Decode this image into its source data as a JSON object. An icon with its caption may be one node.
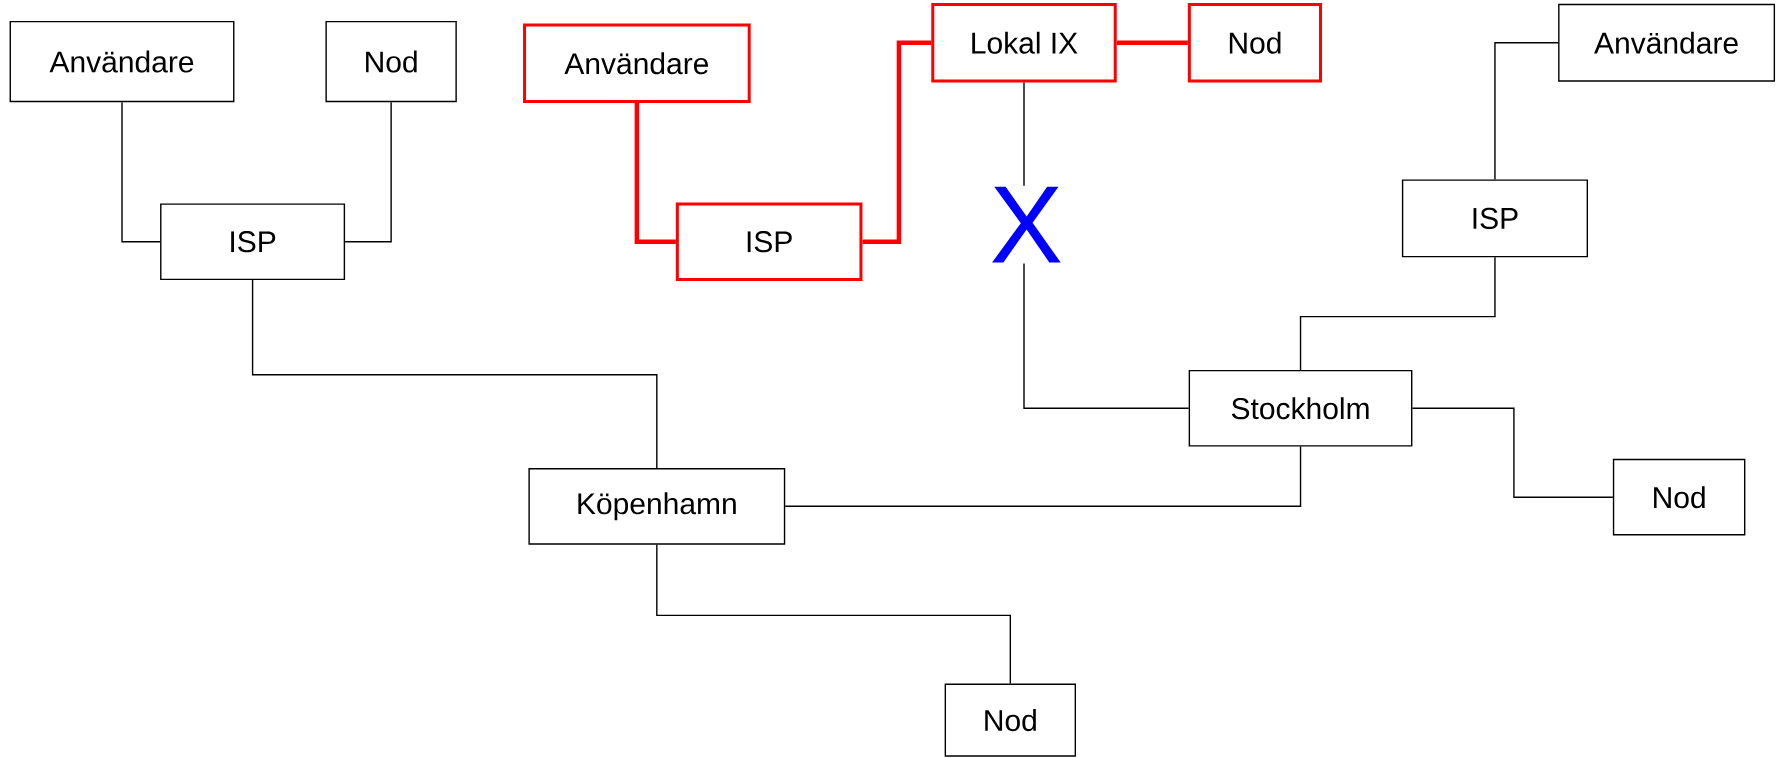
{
  "diagram": {
    "nodes": [
      {
        "text": [
          "Användare"
        ]
      },
      {
        "text": [
          "Nod"
        ]
      },
      {
        "text": [
          "Användare"
        ]
      },
      {
        "text": [
          "Lokal IX"
        ]
      },
      {
        "text": [
          "Nod"
        ]
      },
      {
        "text": [
          "Användare"
        ]
      },
      {
        "text": [
          "ISP"
        ]
      },
      {
        "text": [
          "ISP"
        ]
      },
      {
        "text": [
          "ISP"
        ]
      },
      {
        "text": [
          "Stockholm"
        ]
      },
      {
        "text": [
          "Köpenhamn"
        ]
      },
      {
        "text": [
          "Nod"
        ]
      },
      {
        "text": [
          "Nod"
        ]
      }
    ],
    "edges": [
      {
        "from": 0,
        "to": 6,
        "arrow": "none"
      },
      {
        "from": 1,
        "to": 6,
        "arrow": "none"
      },
      {
        "from": 2,
        "to": 7,
        "arrow": "none",
        "style": "thick",
        "color": "#ff0000"
      },
      {
        "from": 7,
        "to": 3,
        "arrow": "none",
        "style": "thick",
        "color": "#ff0000"
      },
      {
        "from": 3,
        "to": 4,
        "arrow": "none",
        "style": "thick",
        "color": "#ff0000"
      },
      {
        "from": 3,
        "to": 9,
        "arrow": "none"
      },
      {
        "from": 5,
        "to": 8,
        "arrow": "none"
      },
      {
        "from": 8,
        "to": 9,
        "arrow": "none"
      },
      {
        "from": 9,
        "to": 11,
        "arrow": "none"
      },
      {
        "from": 9,
        "to": 10,
        "arrow": "none"
      },
      {
        "from": 6,
        "to": 10,
        "arrow": "none"
      },
      {
        "from": 10,
        "to": 12,
        "arrow": "none"
      }
    ],
    "labels": [
      "X"
    ]
  }
}
